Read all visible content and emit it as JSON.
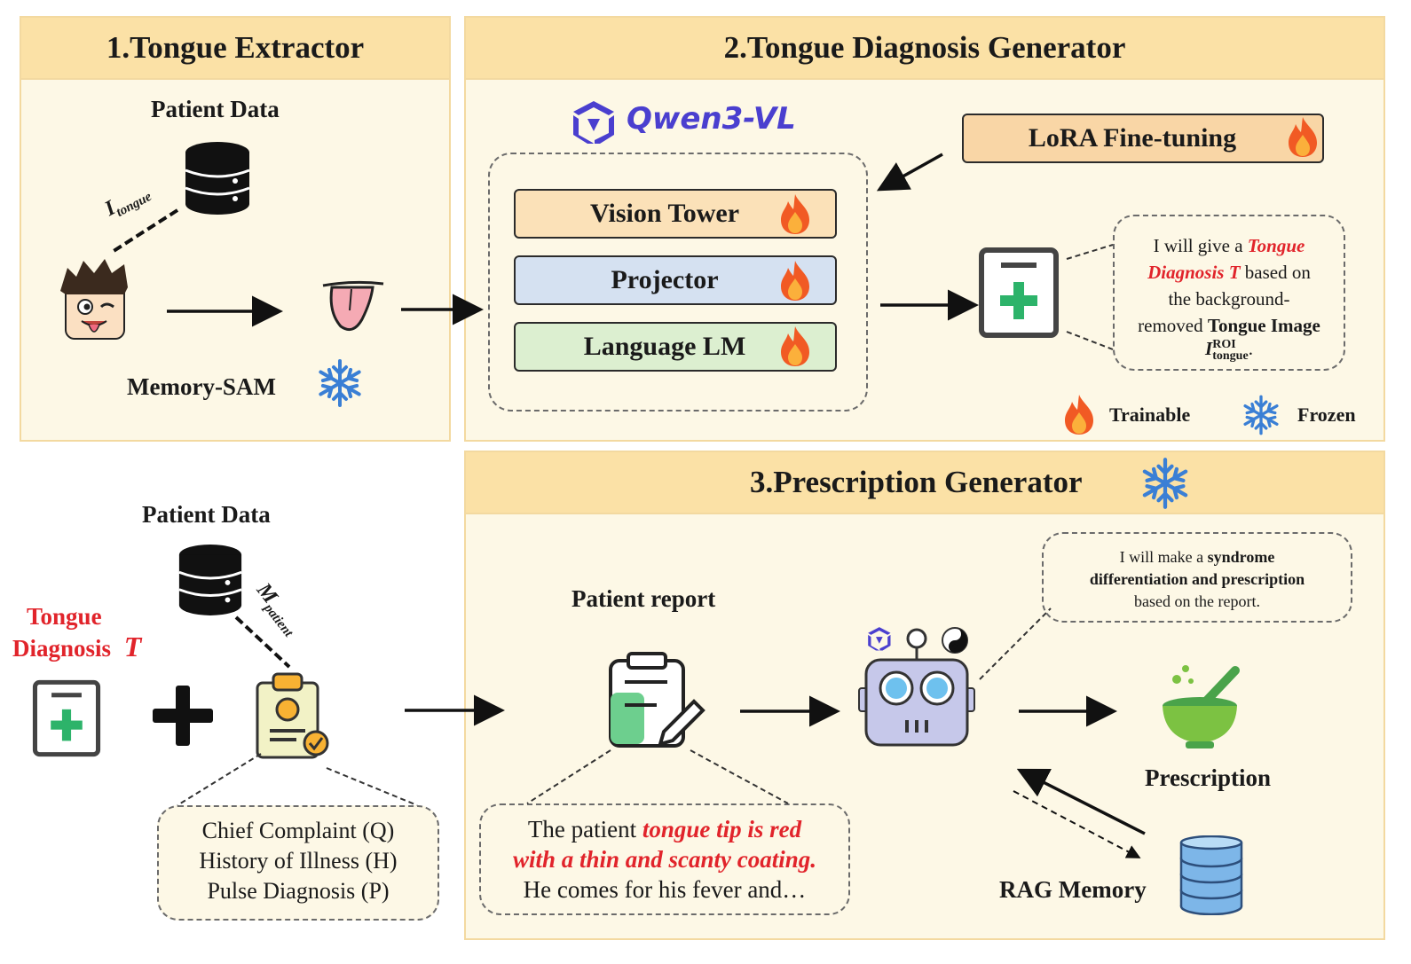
{
  "panel1": {
    "title": "1.Tongue Extractor",
    "patient_data": "Patient Data",
    "input_symbol": "I",
    "input_sub": "tongue",
    "model": "Memory-SAM"
  },
  "panel2": {
    "title": "2.Tongue Diagnosis Generator",
    "model_name": "Qwen3-VL",
    "lora": "LoRA Fine-tuning",
    "modules": [
      "Vision Tower",
      "Projector",
      "Language LM"
    ],
    "callout": {
      "t1": "I will give a ",
      "t2": "Tongue",
      "t3": "Diagnosis T",
      "t4": " based on",
      "t5": "the background-",
      "t6": "removed ",
      "t7": "Tongue Image",
      "sym": "I",
      "sup": "ROI",
      "sub": "tongue",
      "end": "."
    },
    "legend": {
      "trainable": "Trainable",
      "frozen": "Frozen"
    }
  },
  "panel3": {
    "title": "3.Prescription Generator",
    "patient_report": "Patient report",
    "callout": {
      "t1": "I will make a ",
      "t2": "syndrome",
      "t3": "differentiation and prescription",
      "t4": "based on the report."
    },
    "report_text": {
      "t1": "The patient ",
      "t2": "tongue tip is red",
      "t3": "with a thin and scanty coating.",
      "t4": "He comes for his fever and…"
    },
    "prescription": "Prescription",
    "rag": "RAG Memory"
  },
  "left_bottom": {
    "patient_data": "Patient Data",
    "mem_symbol": "M",
    "mem_sub": "patient",
    "tongue_diag_1": "Tongue",
    "tongue_diag_2": "Diagnosis",
    "tongue_diag_t": "T",
    "items": [
      "Chief Complaint (Q)",
      "History of Illness (H)",
      "Pulse Diagnosis (P)"
    ]
  },
  "colors": {
    "accent_red": "#e1242b",
    "header": "#fbe1a6",
    "panel": "#fdf8e6",
    "green": "#2db36a",
    "snow": "#3a7fd5",
    "vision": "#fbe1b8",
    "projector": "#d5e1f1",
    "language": "#dcefd0"
  },
  "icons": [
    "database-icon",
    "boy-face-icon",
    "tongue-icon",
    "snowflake-icon",
    "fire-icon",
    "qwen-logo-icon",
    "medical-report-icon",
    "clipboard-icon",
    "robot-icon",
    "herbal-bowl-icon",
    "plus-icon"
  ]
}
